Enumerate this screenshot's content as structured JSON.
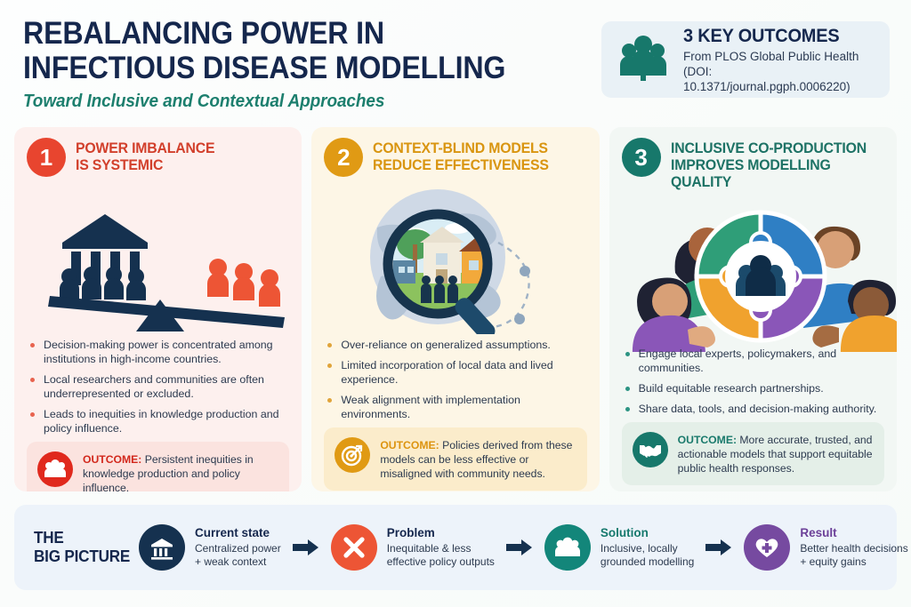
{
  "header": {
    "title_line1": "REBALANCING POWER IN",
    "title_line2": "INFECTIOUS DISEASE MODELLING",
    "subtitle": "Toward Inclusive and Contextual Approaches"
  },
  "key_outcomes": {
    "icon": "people-group-icon",
    "title": "3 KEY OUTCOMES",
    "source_line1": "From PLOS Global Public Health",
    "source_line2": "(DOI: 10.1371/journal.pgph.0006220)",
    "bg_color": "#e9f1f6",
    "icon_color": "#17786b"
  },
  "cards": [
    {
      "number": "1",
      "title_line1": "POWER IMBALANCE",
      "title_line2": "IS SYSTEMIC",
      "accent": "#e8452f",
      "title_color": "#d2402c",
      "bg": "#fdf0ee",
      "illustration": "seesaw-institution-vs-people-icon",
      "bullets": [
        "Decision-making power is concentrated among institutions in high-income countries.",
        "Local researchers and communities are often underrepresented or excluded.",
        "Leads to inequities in knowledge production and policy influence."
      ],
      "outcome_label": "OUTCOME:",
      "outcome_text": " Persistent inequities in knowledge production and policy influence.",
      "outcome_icon": "people-group-icon"
    },
    {
      "number": "2",
      "title_line1": "CONTEXT-BLIND MODELS",
      "title_line2": "REDUCE EFFECTIVENESS",
      "accent": "#e09a14",
      "title_color": "#d99510",
      "bg": "#fdf6e6",
      "illustration": "globe-magnifier-village-icon",
      "bullets": [
        "Over-reliance on generalized assumptions.",
        "Limited incorporation of local data and lived experience.",
        "Weak alignment with implementation environments."
      ],
      "outcome_label": "OUTCOME:",
      "outcome_text": " Policies derived from these models can be less effective or misaligned with community needs.",
      "outcome_icon": "target-arrow-icon"
    },
    {
      "number": "3",
      "title_line1": "INCLUSIVE CO-PRODUCTION",
      "title_line2": "IMPROVES MODELLING QUALITY",
      "accent": "#17786b",
      "title_color": "#1d7265",
      "bg": "#f2f7f4",
      "illustration": "people-assembling-puzzle-icon",
      "bullets": [
        "Engage local experts, policymakers, and communities.",
        "Build equitable research partnerships.",
        "Share data, tools, and decision-making authority."
      ],
      "outcome_label": "OUTCOME:",
      "outcome_text": " More accurate, trusted, and actionable models that support equitable public health responses.",
      "outcome_icon": "handshake-icon"
    }
  ],
  "big_picture": {
    "title_line1": "THE",
    "title_line2": "BIG PICTURE",
    "bg": "#edf3fa",
    "steps": [
      {
        "icon": "bank-institution-icon",
        "icon_bg": "#15314f",
        "heading": "Current state",
        "heading_color": "#15274d",
        "desc_line1": "Centralized power",
        "desc_line2": "+ weak context"
      },
      {
        "icon": "x-cross-icon",
        "icon_bg": "#ed5535",
        "heading": "Problem",
        "heading_color": "#15274d",
        "desc_line1": "Inequitable & less",
        "desc_line2": "effective policy outputs"
      },
      {
        "icon": "people-group-icon",
        "icon_bg": "#13867a",
        "heading": "Solution",
        "heading_color": "#16796d",
        "desc_line1": "Inclusive, locally",
        "desc_line2": "grounded modelling"
      },
      {
        "icon": "heart-plus-icon",
        "icon_bg": "#764aa0",
        "heading": "Result",
        "heading_color": "#6b3f98",
        "desc_line1": "Better health decisions",
        "desc_line2": "+ equity gains"
      }
    ],
    "arrow_icon": "arrow-right-icon",
    "arrow_color": "#15314f"
  }
}
